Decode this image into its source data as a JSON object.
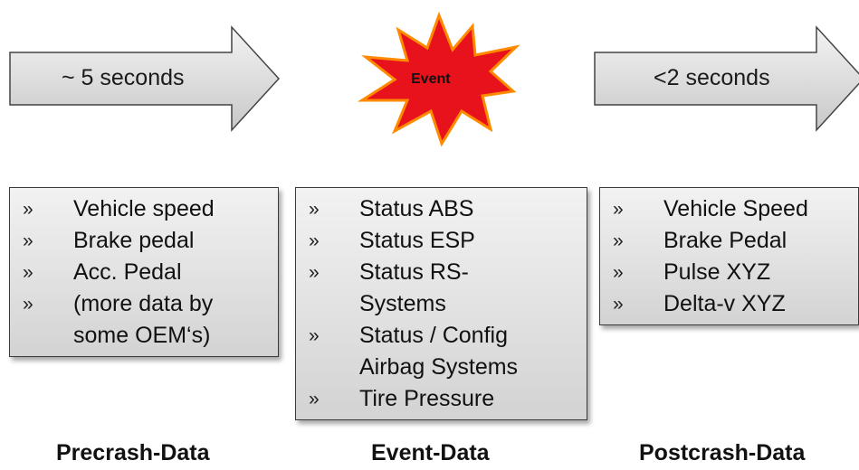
{
  "phases": {
    "precrash": {
      "arrow_label": "~ 5 seconds",
      "items": [
        "Vehicle speed",
        "Brake pedal",
        "Acc. Pedal",
        "(more data by some OEM‘s)"
      ],
      "caption": "Precrash-Data"
    },
    "event": {
      "burst_label": "Event",
      "items": [
        "Status ABS",
        "Status ESP",
        "Status RS-Systems",
        "Status / Config Airbag Systems",
        "Tire Pressure"
      ],
      "caption": "Event-Data"
    },
    "postcrash": {
      "arrow_label": "<2 seconds",
      "items": [
        "Vehicle Speed",
        "Brake Pedal",
        "Pulse XYZ",
        "Delta-v XYZ"
      ],
      "caption": "Postcrash-Data"
    }
  },
  "bullet_glyph": "»",
  "colors": {
    "burst_fill": "#e8121c",
    "burst_outline": "#ff8a00",
    "arrow_fill_top": "#f3f3f3",
    "arrow_fill_bottom": "#c8c8c8"
  }
}
